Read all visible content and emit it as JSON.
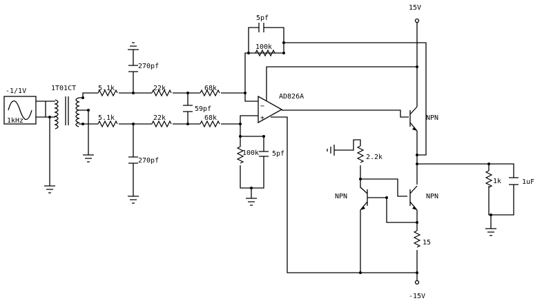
{
  "source": {
    "amplitude": "-1/1V",
    "frequency": "1kHz"
  },
  "transformer": {
    "part": "1T01CT"
  },
  "resistors": {
    "r_in_top": "5.1k",
    "r_in_bot": "5.1k",
    "r_mid_top": "22k",
    "r_mid_bot": "22k",
    "r_fb_top": "68k",
    "r_fb_bot": "68k",
    "r_feedback": "100k",
    "r_ref": "100k",
    "r_bias": "2.2k",
    "r_load": "1k",
    "r_emitter": "15"
  },
  "capacitors": {
    "c_fb": "5pf",
    "c_ref": "5pf",
    "c_mid": "59pf",
    "c_top": "270pf",
    "c_bot": "270pf",
    "c_load": "1uF"
  },
  "opamp": {
    "part": "AD826A",
    "pin_minus": "−",
    "pin_plus": "+"
  },
  "transistors": {
    "q_upper": "NPN",
    "q_mirror_left": "NPN",
    "q_mirror_right": "NPN"
  },
  "rails": {
    "positive": "15V",
    "negative": "-15V"
  }
}
